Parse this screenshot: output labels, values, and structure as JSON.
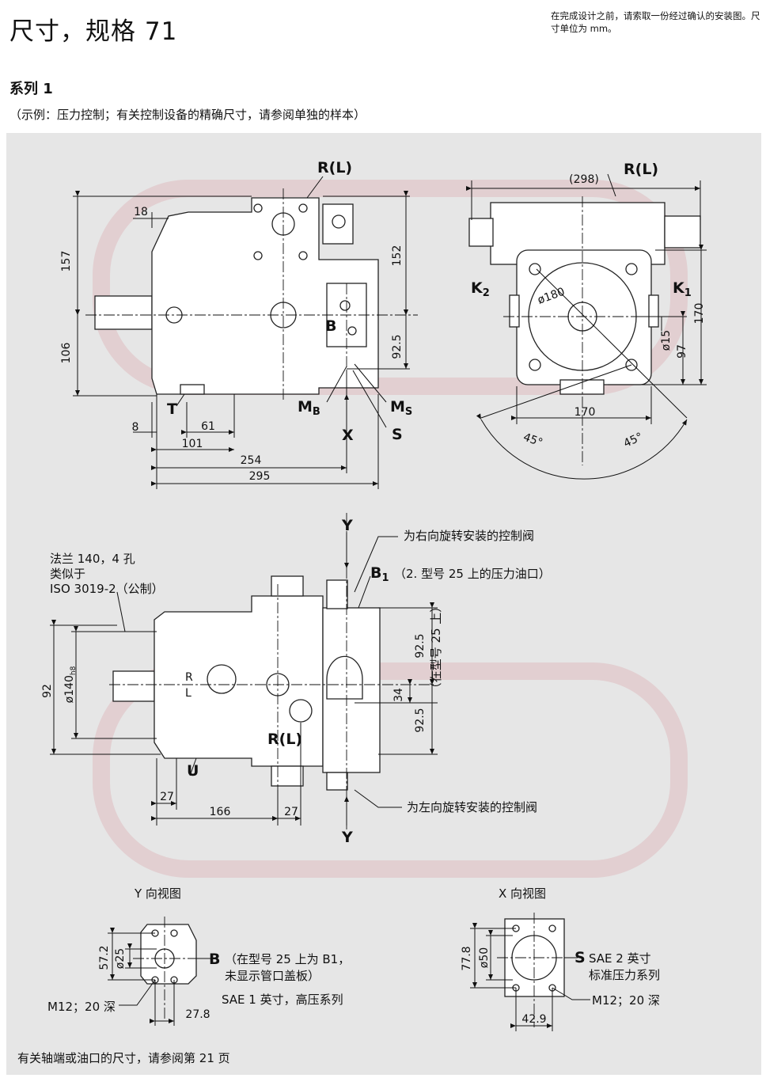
{
  "header": {
    "title": "尺寸，规格 71",
    "note": "在完成设计之前，请索取一份经过确认的安装图。尺寸单位为 mm。"
  },
  "series": {
    "label": "系列 1",
    "example": "（示例：压力控制；有关控制设备的精确尺寸，请参阅单独的样本）"
  },
  "side_view": {
    "dims": [
      "157",
      "106",
      "18",
      "152",
      "92.5",
      "8",
      "61",
      "101",
      "254",
      "295"
    ],
    "labels": [
      "R(L)",
      "B",
      "T",
      "X",
      "S"
    ]
  },
  "front_view": {
    "dims": [
      "(298)",
      "ø180",
      "ø15",
      "170",
      "97",
      "170",
      "45°",
      "45°"
    ],
    "labels": [
      "R(L)"
    ]
  },
  "top_view": {
    "flange_note": [
      "法兰 140，4 孔",
      "类似于",
      "ISO 3019-2（公制）"
    ],
    "right_valve_note": "为右向旋转安装的控制阀",
    "left_valve_note": "为左向旋转安装的控制阀",
    "b1_note": "（2. 型号 25 上的压力油口）",
    "model_note": "（在型号 25 上）",
    "dims": [
      "92.5",
      "34",
      "92.5",
      "92",
      "27",
      "166",
      "27",
      "L",
      "R"
    ],
    "labels": [
      "Y",
      "Y",
      "R(L)",
      "U"
    ]
  },
  "y_view": {
    "title": "Y 向视图",
    "dims": [
      "57.2",
      "ø25",
      "27.8"
    ],
    "b_label": "B",
    "b_note": [
      "（在型号 25 上为 B1，",
      "未显示管口盖板）"
    ],
    "sae": "SAE 1 英寸，高压系列",
    "thread": "M12；20 深"
  },
  "x_view": {
    "title": "X 向视图",
    "dims": [
      "77.8",
      "ø50",
      "42.9"
    ],
    "s_label": "S",
    "sae": [
      "SAE 2 英寸",
      "标准压力系列"
    ],
    "thread": "M12；20 深"
  },
  "footer": "有关轴端或油口的尺寸，请参阅第 21 页"
}
